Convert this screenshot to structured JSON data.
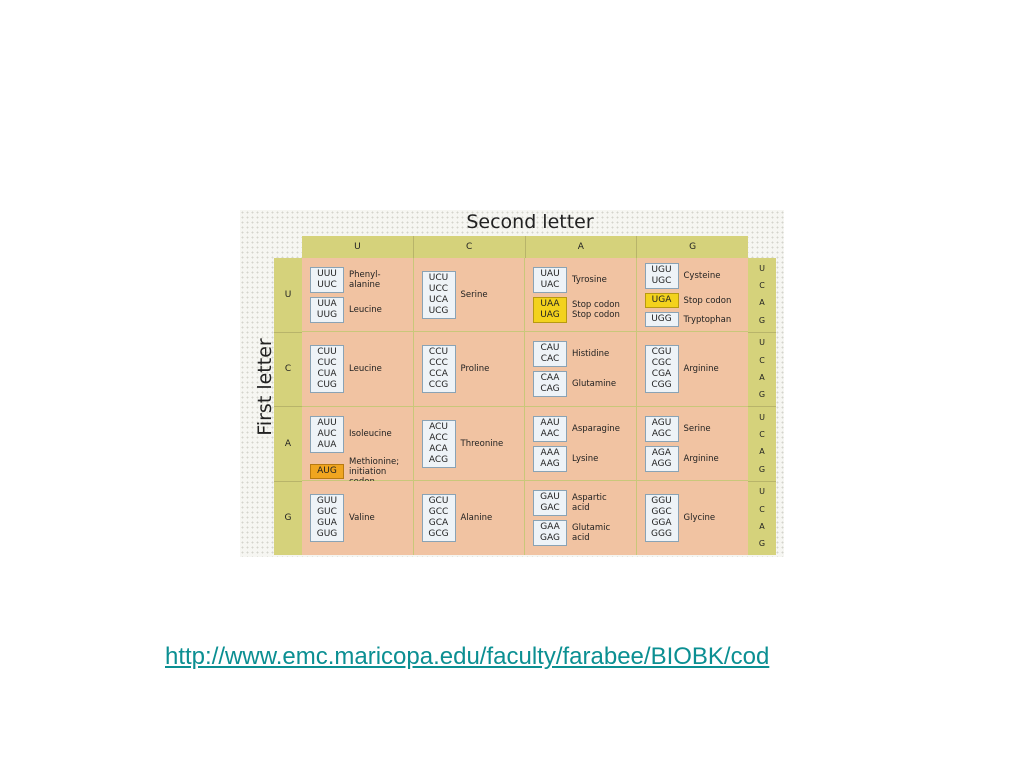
{
  "titles": {
    "second": "Second letter",
    "first": "First letter"
  },
  "column_headers": [
    "U",
    "C",
    "A",
    "G"
  ],
  "row_headers": [
    "U",
    "C",
    "A",
    "G"
  ],
  "third_letters": [
    "U",
    "C",
    "A",
    "G"
  ],
  "cells": [
    [
      {
        "groups": [
          {
            "codons": [
              "UUU",
              "UUC"
            ],
            "aa": "Phenyl-\nalanine"
          },
          {
            "codons": [
              "UUA",
              "UUG"
            ],
            "aa": "Leucine"
          }
        ]
      },
      {
        "groups": [
          {
            "codons": [
              "UCU",
              "UCC",
              "UCA",
              "UCG"
            ],
            "aa": "Serine"
          }
        ]
      },
      {
        "groups": [
          {
            "codons": [
              "UAU",
              "UAC"
            ],
            "aa": "Tyrosine"
          },
          {
            "codons": [
              "UAA",
              "UAG"
            ],
            "aa": "Stop codon\nStop codon",
            "style": "stop"
          }
        ]
      },
      {
        "groups": [
          {
            "codons": [
              "UGU",
              "UGC"
            ],
            "aa": "Cysteine"
          },
          {
            "codons": [
              "UGA"
            ],
            "aa": "Stop codon",
            "style": "stop"
          },
          {
            "codons": [
              "UGG"
            ],
            "aa": "Tryptophan"
          }
        ]
      }
    ],
    [
      {
        "groups": [
          {
            "codons": [
              "CUU",
              "CUC",
              "CUA",
              "CUG"
            ],
            "aa": "Leucine"
          }
        ]
      },
      {
        "groups": [
          {
            "codons": [
              "CCU",
              "CCC",
              "CCA",
              "CCG"
            ],
            "aa": "Proline"
          }
        ]
      },
      {
        "groups": [
          {
            "codons": [
              "CAU",
              "CAC"
            ],
            "aa": "Histidine"
          },
          {
            "codons": [
              "CAA",
              "CAG"
            ],
            "aa": "Glutamine"
          }
        ]
      },
      {
        "groups": [
          {
            "codons": [
              "CGU",
              "CGC",
              "CGA",
              "CGG"
            ],
            "aa": "Arginine"
          }
        ]
      }
    ],
    [
      {
        "groups": [
          {
            "codons": [
              "AUU",
              "AUC",
              "AUA"
            ],
            "aa": "Isoleucine"
          },
          {
            "codons": [
              "AUG"
            ],
            "aa": "Methionine;\ninitiation\ncodon",
            "style": "start"
          }
        ]
      },
      {
        "groups": [
          {
            "codons": [
              "ACU",
              "ACC",
              "ACA",
              "ACG"
            ],
            "aa": "Threonine"
          }
        ]
      },
      {
        "groups": [
          {
            "codons": [
              "AAU",
              "AAC"
            ],
            "aa": "Asparagine"
          },
          {
            "codons": [
              "AAA",
              "AAG"
            ],
            "aa": "Lysine"
          }
        ]
      },
      {
        "groups": [
          {
            "codons": [
              "AGU",
              "AGC"
            ],
            "aa": "Serine"
          },
          {
            "codons": [
              "AGA",
              "AGG"
            ],
            "aa": "Arginine"
          }
        ]
      }
    ],
    [
      {
        "groups": [
          {
            "codons": [
              "GUU",
              "GUC",
              "GUA",
              "GUG"
            ],
            "aa": "Valine"
          }
        ]
      },
      {
        "groups": [
          {
            "codons": [
              "GCU",
              "GCC",
              "GCA",
              "GCG"
            ],
            "aa": "Alanine"
          }
        ]
      },
      {
        "groups": [
          {
            "codons": [
              "GAU",
              "GAC"
            ],
            "aa": "Aspartic\nacid"
          },
          {
            "codons": [
              "GAA",
              "GAG"
            ],
            "aa": "Glutamic\nacid"
          }
        ]
      },
      {
        "groups": [
          {
            "codons": [
              "GGU",
              "GGC",
              "GGA",
              "GGG"
            ],
            "aa": "Glycine"
          }
        ]
      }
    ]
  ],
  "colors": {
    "header": "#d5d27b",
    "cell": "#f1c3a2",
    "codon_box": "#eef3f7",
    "stop": "#f3d21d",
    "start": "#f0a520",
    "link": "#0b8f92"
  },
  "source_link": "http://www.emc.maricopa.edu/faculty/farabee/BIOBK/cod"
}
